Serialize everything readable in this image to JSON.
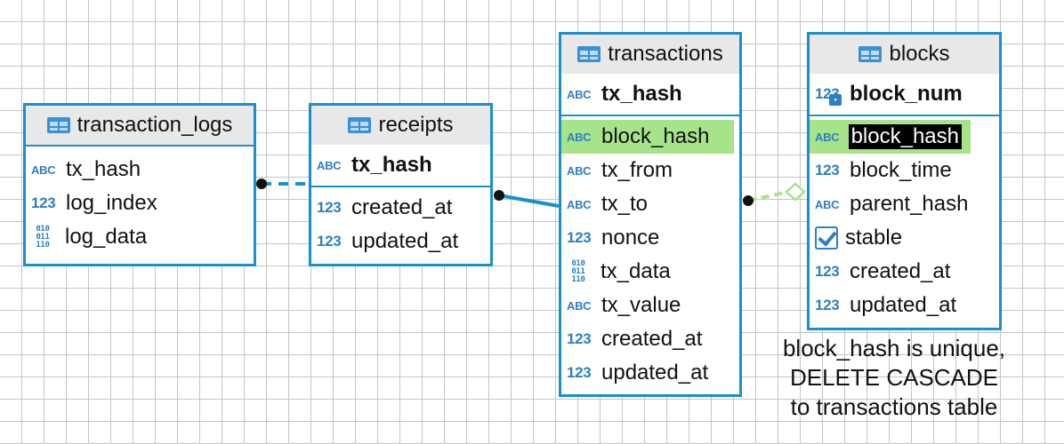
{
  "tables": {
    "transaction_logs": {
      "title": "transaction_logs",
      "columns": [
        {
          "type": "ABC",
          "name": "tx_hash"
        },
        {
          "type": "123",
          "name": "log_index"
        },
        {
          "type": "010\n011\n110",
          "name": "log_data"
        }
      ]
    },
    "receipts": {
      "title": "receipts",
      "pk": {
        "type": "ABC",
        "name": "tx_hash"
      },
      "columns": [
        {
          "type": "123",
          "name": "created_at"
        },
        {
          "type": "123",
          "name": "updated_at"
        }
      ]
    },
    "transactions": {
      "title": "transactions",
      "pk": {
        "type": "ABC",
        "name": "tx_hash"
      },
      "columns": [
        {
          "type": "ABC",
          "name": "block_hash"
        },
        {
          "type": "ABC",
          "name": "tx_from"
        },
        {
          "type": "ABC",
          "name": "tx_to"
        },
        {
          "type": "123",
          "name": "nonce"
        },
        {
          "type": "010\n011\n110",
          "name": "tx_data"
        },
        {
          "type": "ABC",
          "name": "tx_value"
        },
        {
          "type": "123",
          "name": "created_at"
        },
        {
          "type": "123",
          "name": "updated_at"
        }
      ]
    },
    "blocks": {
      "title": "blocks",
      "pk": {
        "type": "123",
        "name": "block_num"
      },
      "columns": [
        {
          "type": "ABC",
          "name": "block_hash"
        },
        {
          "type": "123",
          "name": "block_time"
        },
        {
          "type": "ABC",
          "name": "parent_hash"
        },
        {
          "type": "checkbox",
          "name": "stable"
        },
        {
          "type": "123",
          "name": "created_at"
        },
        {
          "type": "123",
          "name": "updated_at"
        }
      ]
    }
  },
  "note": {
    "line1": "block_hash is unique,",
    "line2": "DELETE CASCADE",
    "line3": "to transactions table"
  },
  "colors": {
    "table_border": "#1a8fd0",
    "header_bg": "#e8e8e8",
    "type_icon": "#2e7fc4",
    "highlight_green": "#a7e389",
    "relationship_solid": "#1a8fd0",
    "relationship_unique": "#a7e389"
  },
  "icons": {
    "table": "table-grid-icon",
    "string": "abc-type-icon",
    "number": "number-type-icon",
    "binary": "binary-type-icon",
    "boolean": "checkbox-icon",
    "primary_key": "key-lock-icon"
  }
}
